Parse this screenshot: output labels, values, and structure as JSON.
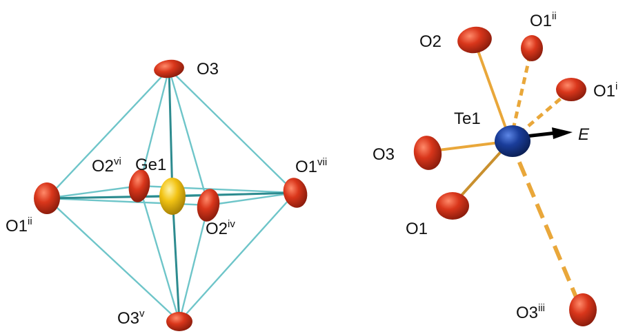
{
  "colors": {
    "background": "#ffffff",
    "oxygen": "#d9361b",
    "oxygen_dark": "#8a1c0c",
    "germanium": "#f2c314",
    "tellurium": "#1a3d9a",
    "octahedron_edge": "#6ec5c9",
    "ge_o_bond": "#2d8b8f",
    "te_o_bond": "#e9a73a",
    "arrow": "#000000",
    "text": "#111111"
  },
  "left_panel": {
    "labels": {
      "o3": {
        "base": "O3",
        "sup": ""
      },
      "o2vi": {
        "base": "O2",
        "sup": "vi"
      },
      "ge1": {
        "base": "Ge1",
        "sup": ""
      },
      "o1vii": {
        "base": "O1",
        "sup": "vii"
      },
      "o1ii": {
        "base": "O1",
        "sup": "ii"
      },
      "o2iv": {
        "base": "O2",
        "sup": "iv"
      },
      "o3v": {
        "base": "O3",
        "sup": "v"
      }
    }
  },
  "right_panel": {
    "labels": {
      "o2": {
        "base": "O2",
        "sup": ""
      },
      "o1ii": {
        "base": "O1",
        "sup": "ii"
      },
      "o1i": {
        "base": "O1",
        "sup": "i"
      },
      "te1": {
        "base": "Te1",
        "sup": ""
      },
      "e": {
        "base": "E",
        "sup": ""
      },
      "o3": {
        "base": "O3",
        "sup": ""
      },
      "o1": {
        "base": "O1",
        "sup": ""
      },
      "o3iii": {
        "base": "O3",
        "sup": "iii"
      }
    }
  }
}
